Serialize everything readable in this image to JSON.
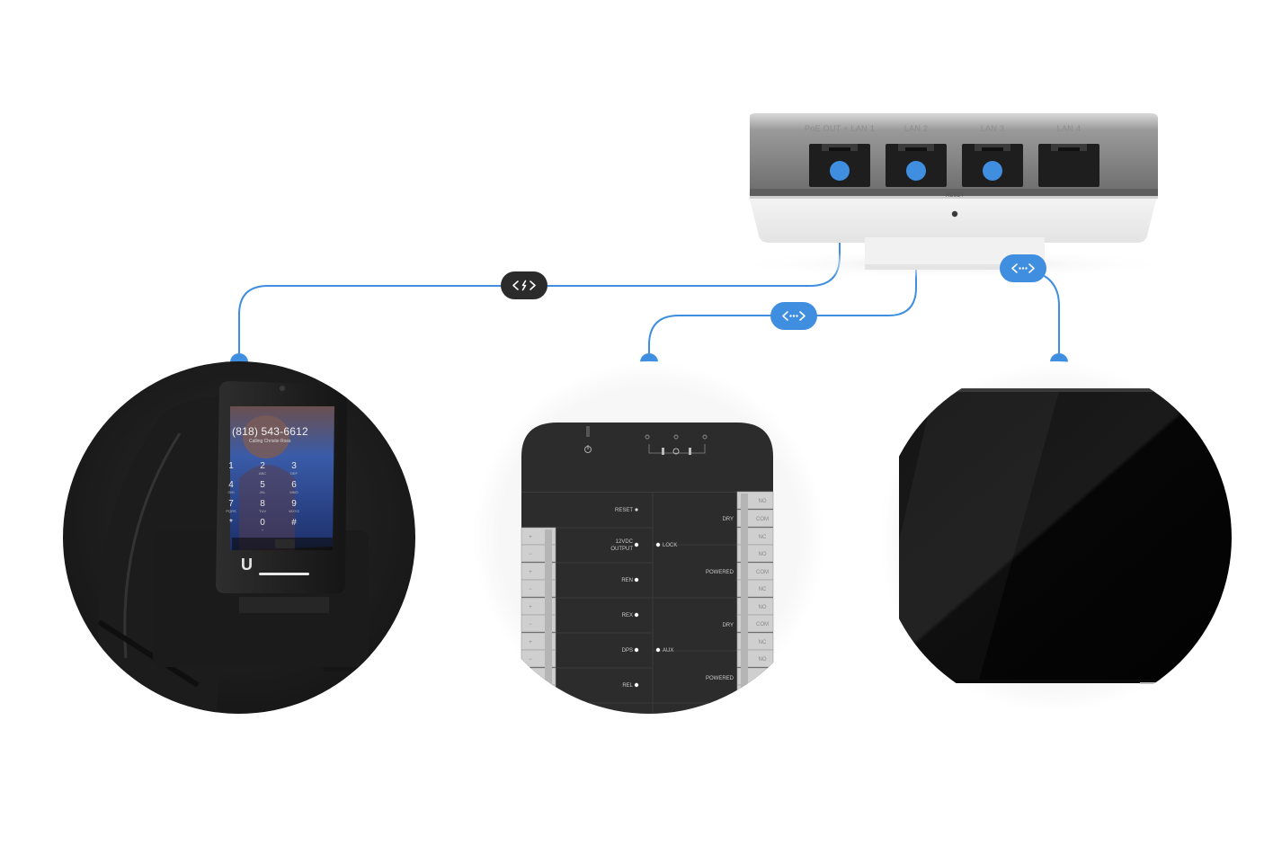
{
  "switch": {
    "ports": [
      "PoE OUT + LAN 1",
      "LAN 2",
      "LAN 3",
      "LAN 4"
    ],
    "reset_label": "RESET"
  },
  "phone": {
    "number": "(818) 543-6612",
    "status": "Calling Christie Ross",
    "logo": "U",
    "keys": [
      {
        "digit": "1",
        "letters": ""
      },
      {
        "digit": "2",
        "letters": "ABC"
      },
      {
        "digit": "3",
        "letters": "DEF"
      },
      {
        "digit": "4",
        "letters": "GHI"
      },
      {
        "digit": "5",
        "letters": "JKL"
      },
      {
        "digit": "6",
        "letters": "MNO"
      },
      {
        "digit": "7",
        "letters": "PQRS"
      },
      {
        "digit": "8",
        "letters": "TUV"
      },
      {
        "digit": "9",
        "letters": "WXYZ"
      },
      {
        "digit": "*",
        "letters": ""
      },
      {
        "digit": "0",
        "letters": "+"
      },
      {
        "digit": "#",
        "letters": ""
      }
    ]
  },
  "access_hub": {
    "left_labels": [
      "RESET",
      "12VDC",
      "OUTPUT",
      "REN",
      "REX",
      "DPS",
      "REL"
    ],
    "center_labels": [
      "LOCK",
      "AUX"
    ],
    "right_labels": [
      "DRY",
      "POWERED",
      "DRY",
      "POWERED"
    ],
    "left_slot_labels": [
      "+",
      "−",
      "+",
      "−",
      "+",
      "−",
      "+",
      "−"
    ],
    "right_slot_labels": [
      "NO",
      "COM",
      "NC",
      "NO",
      "COM",
      "NC",
      "NO",
      "COM",
      "NC",
      "NO"
    ]
  },
  "connectors": {
    "icon_names": [
      "dark-link-badge-icon",
      "blue-link-badge-icon",
      "blue-link-badge-icon"
    ]
  },
  "colors": {
    "accent": "#3f8ee0",
    "dark_badge": "#2b2b2b",
    "device_dark": "#1f1f1f"
  }
}
